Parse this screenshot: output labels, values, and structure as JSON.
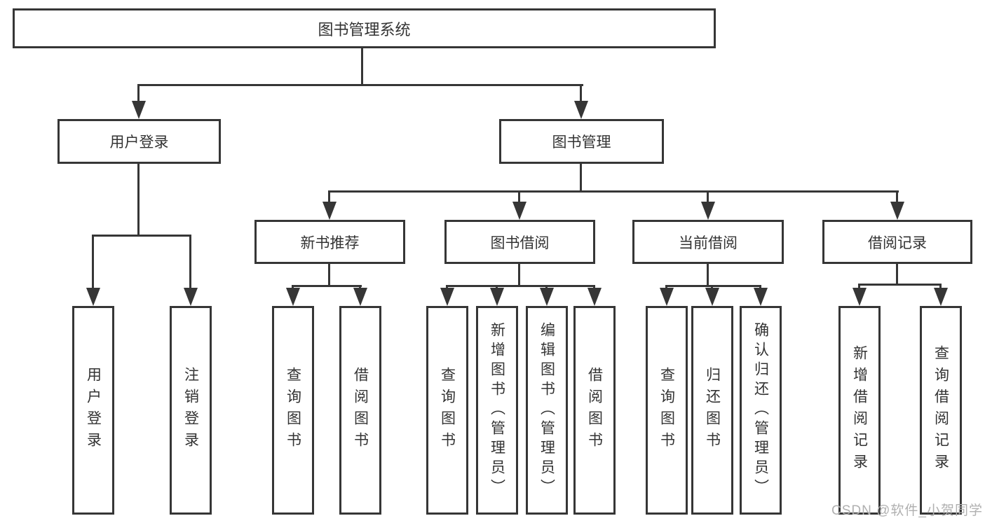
{
  "tree": {
    "label": "图书管理系统",
    "children": [
      {
        "label": "用户登录",
        "children": [
          {
            "label": "用户登录"
          },
          {
            "label": "注销登录"
          }
        ]
      },
      {
        "label": "图书管理",
        "children": [
          {
            "label": "新书推荐",
            "children": [
              {
                "label": "查询图书"
              },
              {
                "label": "借阅图书"
              }
            ]
          },
          {
            "label": "图书借阅",
            "children": [
              {
                "label": "查询图书"
              },
              {
                "label": "新增图书（管理员）"
              },
              {
                "label": "编辑图书（管理员）"
              },
              {
                "label": "借阅图书"
              }
            ]
          },
          {
            "label": "当前借阅",
            "children": [
              {
                "label": "查询图书"
              },
              {
                "label": "归还图书"
              },
              {
                "label": "确认归还（管理员）"
              }
            ]
          },
          {
            "label": "借阅记录",
            "children": [
              {
                "label": "新增借阅记录"
              },
              {
                "label": "查询借阅记录"
              }
            ]
          }
        ]
      }
    ]
  },
  "watermark": "CSDN @软件_小贺同学",
  "colors": {
    "line": "#363636",
    "text": "#333333",
    "watermark": "#b0b0b0",
    "background": "#ffffff"
  }
}
